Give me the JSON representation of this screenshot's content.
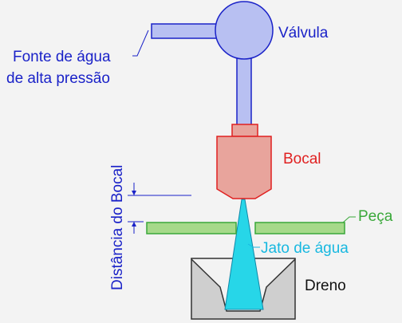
{
  "diagram": {
    "labels": {
      "valve": "Válvula",
      "water_source_line1": "Fonte de água",
      "water_source_line2": "de alta pressão",
      "nozzle": "Bocal",
      "nozzle_distance": "Distância do Bocal",
      "workpiece": "Peça",
      "water_jet": "Jato de água",
      "drain": "Dreno"
    },
    "colors": {
      "background": "#f3f3f3",
      "pipe_fill": "#b8c0f2",
      "pipe_stroke": "#1a22c8",
      "nozzle_fill": "#e8a49c",
      "nozzle_stroke": "#e02020",
      "workpiece_fill": "#a6d98a",
      "workpiece_stroke": "#3aa83a",
      "jet_fill": "#27d6e8",
      "jet_stroke": "#1088a8",
      "drain_fill": "#cfcfcf",
      "drain_stroke": "#333333",
      "text_blue": "#1a22c8",
      "text_red": "#e02020",
      "text_green": "#3aa83a",
      "text_cyan": "#18b8e0",
      "text_black": "#111111"
    }
  }
}
